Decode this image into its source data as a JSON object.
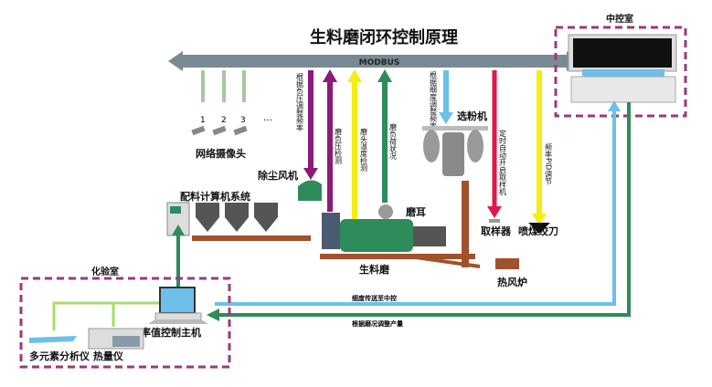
{
  "title": "生料磨闭环控制原理",
  "bus": {
    "label": "MODBUS"
  },
  "control_room": {
    "label": "中控室"
  },
  "cameras": {
    "numbers": [
      "1",
      "2",
      "3"
    ],
    "ellipsis": "…",
    "label": "网络摄像头"
  },
  "signals": {
    "pressure_adjust": "根据负压调整频率",
    "pressure_detect": "磨负压检测",
    "temp_detect": "磨头温度检测",
    "load_status": "磨负荷状况",
    "fineness_adjust": "根据细度调整频率",
    "sampler_timer": "定时自动开启取样机",
    "pid": "频率PID调节"
  },
  "equipment": {
    "separator": "选粉机",
    "dust_fan": "除尘风机",
    "batching": "配料计算机系统",
    "mill_ear": "磨耳",
    "sampler": "取样器",
    "coal_screw": "喷煤绞刀",
    "raw_mill": "生料磨",
    "hot_furnace": "热风炉"
  },
  "lab": {
    "label": "化验室",
    "host": "率值控制主机",
    "analyzers": "多元素分析仪 热量仪"
  },
  "links": {
    "fineness_to_control": "细度传送至中控",
    "adjust_output": "根据磨况调整产量"
  },
  "colors": {
    "bus": "#7a8a94",
    "purple": "#8b1a7a",
    "yellow": "#f5ee10",
    "green": "#2e8b5a",
    "blue": "#6cc0ea",
    "red": "#e0184a",
    "dashed": "#9a3a7a",
    "lime": "#a6dc6a"
  }
}
